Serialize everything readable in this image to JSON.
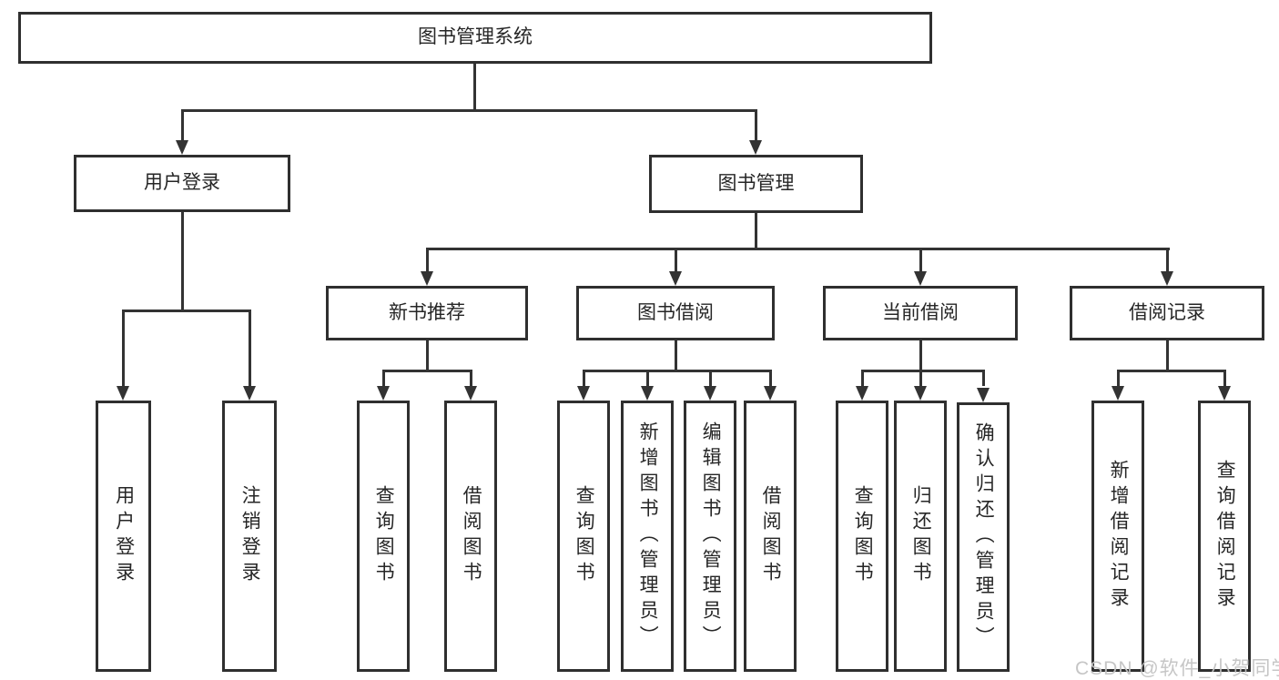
{
  "diagram": {
    "title": "图书管理系统",
    "watermark": "CSDN @软件_小贺同学",
    "colors": {
      "line": "#333333",
      "box_border": "#2f2f2f",
      "box_fill": "#ffffff",
      "text": "#262626",
      "watermark": "#c3c3c3"
    },
    "tree": {
      "label": "图书管理系统",
      "children": [
        {
          "label": "用户登录",
          "children": [
            {
              "label": "用户登录"
            },
            {
              "label": "注销登录"
            }
          ]
        },
        {
          "label": "图书管理",
          "children": [
            {
              "label": "新书推荐",
              "children": [
                {
                  "label": "查询图书"
                },
                {
                  "label": "借阅图书"
                }
              ]
            },
            {
              "label": "图书借阅",
              "children": [
                {
                  "label": "查询图书"
                },
                {
                  "label": "新增图书（管理员）"
                },
                {
                  "label": "编辑图书（管理员）"
                },
                {
                  "label": "借阅图书"
                }
              ]
            },
            {
              "label": "当前借阅",
              "children": [
                {
                  "label": "查询图书"
                },
                {
                  "label": "归还图书"
                },
                {
                  "label": "确认归还（管理员）"
                }
              ]
            },
            {
              "label": "借阅记录",
              "children": [
                {
                  "label": "新增借阅记录"
                },
                {
                  "label": "查询借阅记录"
                }
              ]
            }
          ]
        }
      ]
    }
  }
}
